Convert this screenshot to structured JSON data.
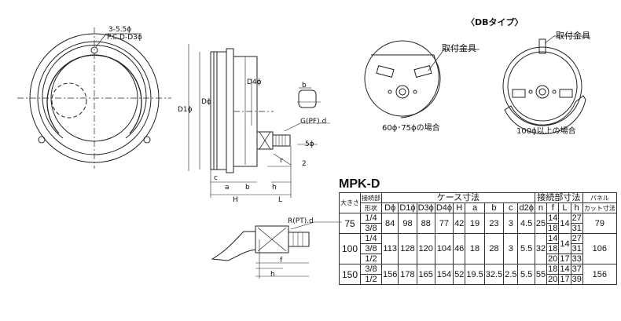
{
  "db_type": {
    "heading": "〈DBタイプ〉",
    "bracket_label_left": "取付金具",
    "bracket_label_right": "取付金具",
    "caption_small": "60ϕ･75ϕの場合",
    "caption_large": "100ϕ以上の場合"
  },
  "front_view": {
    "hole_note_1": "3-5.5ϕ",
    "hole_note_2": "P.C.D-D3ϕ"
  },
  "side_view": {
    "dim_D": "Dϕ",
    "dim_D1": "D1ϕ",
    "dim_D4": "D4ϕ",
    "dim_b": "b",
    "dim_G": "G(PF).d",
    "dim_5": "5ϕ",
    "dim_2": "2",
    "dim_r": "r",
    "dim_c": "c",
    "dim_a": "a",
    "dim_b2": "b",
    "dim_h": "h",
    "dim_H": "H",
    "dim_L": "L"
  },
  "bottom_view": {
    "dim_R": "R(PT).d",
    "dim_f": "f",
    "dim_h": "h"
  },
  "table": {
    "title": "MPK-D",
    "h_size": "大きさ",
    "h_conn_1": "接続部",
    "h_conn_2": "形状",
    "h_case": "ケース寸法",
    "h_joint": "接続部寸法",
    "h_panel_1": "パネル",
    "h_panel_2": "カット寸法",
    "cols": [
      "Dϕ",
      "D1ϕ",
      "D3ϕ",
      "D4ϕ",
      "H",
      "a",
      "b",
      "c",
      "d2ϕ",
      "n",
      "f",
      "L",
      "h"
    ],
    "groups": [
      {
        "size": "75",
        "D": "84",
        "D1": "98",
        "D3": "88",
        "D4": "77",
        "H": "42",
        "a": "19",
        "b": "23",
        "c": "3",
        "d2": "4.5",
        "n": "25",
        "L": "14",
        "panel": "79",
        "rows": [
          {
            "conn": "1/4",
            "f": "14",
            "h": "27"
          },
          {
            "conn": "3/8",
            "f": "18",
            "h": "31"
          }
        ]
      },
      {
        "size": "100",
        "D": "113",
        "D1": "128",
        "D3": "120",
        "D4": "104",
        "H": "46",
        "a": "18",
        "b": "28",
        "c": "3",
        "d2": "5.5",
        "n": "32",
        "L": "14",
        "panel": "106",
        "rows": [
          {
            "conn": "1/4",
            "f": "14",
            "h": "27"
          },
          {
            "conn": "3/8",
            "f": "18",
            "h": "31"
          },
          {
            "conn": "1/2",
            "f": "20",
            "L": "17",
            "h": "33"
          }
        ]
      },
      {
        "size": "150",
        "D": "156",
        "D1": "178",
        "D3": "165",
        "D4": "154",
        "H": "52",
        "a": "19.5",
        "b": "32.5",
        "c": "2.5",
        "d2": "5.5",
        "n": "55",
        "panel": "156",
        "rows": [
          {
            "conn": "3/8",
            "f": "18",
            "L": "14",
            "h": "37"
          },
          {
            "conn": "1/2",
            "f": "20",
            "L": "17",
            "h": "39"
          }
        ]
      }
    ]
  }
}
